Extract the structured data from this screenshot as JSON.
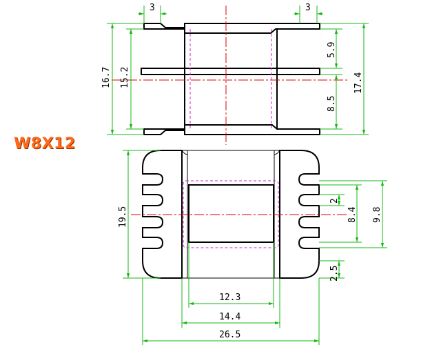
{
  "model": "W8X12",
  "colors": {
    "outline": "#000000",
    "dimension": "#14b814",
    "center_line": "#e00000",
    "hidden_line": "#d020d0",
    "label": "#ff6a1a"
  },
  "dimensions": {
    "top_left_width": "3",
    "top_right_width": "3",
    "overall_height": "16.7",
    "flange_span": "15.2",
    "upper_slot": "5.9",
    "lower_slot": "8.5",
    "right_height": "17.4",
    "base_height": "19.5",
    "pin_spacing": "2",
    "window_height": "8.4",
    "window_outer": "9.8",
    "pin_offset": "2.5",
    "window_width": "12.3",
    "core_width": "14.4",
    "overall_width": "26.5"
  }
}
